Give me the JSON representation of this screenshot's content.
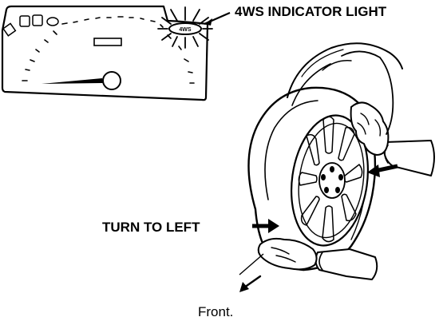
{
  "labels": {
    "indicator": "4WS INDICATOR LIGHT",
    "turn": "TURN TO LEFT",
    "front": "Front."
  },
  "panel": {
    "indicator_text": "4WS"
  },
  "colors": {
    "ink": "#000000",
    "paper": "#ffffff"
  }
}
